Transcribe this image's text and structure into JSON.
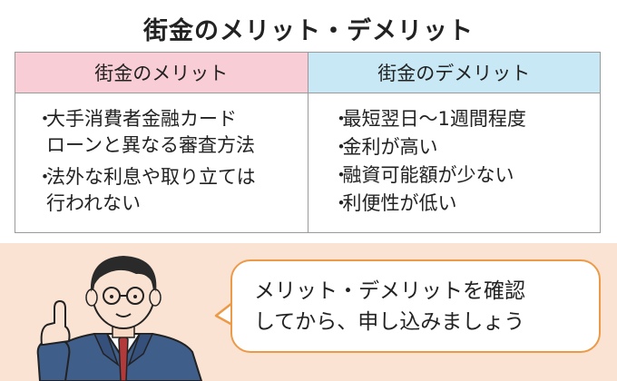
{
  "title": "街金のメリット・デメリット",
  "merits": {
    "header": "街金のメリット",
    "items": [
      "大手消費者金融カード\nローンと異なる審査方法",
      "法外な利息や取り立ては\n行われない"
    ]
  },
  "demerits": {
    "header": "街金のデメリット",
    "items": [
      "最短翌日〜1週間程度",
      "金利が高い",
      "融資可能額が少ない",
      "利便性が低い"
    ]
  },
  "bullet": "・",
  "speech": {
    "line1": "メリット・デメリットを確認",
    "line2": "してから、申し込みましょう"
  },
  "colors": {
    "merit_header": "#f9cdd6",
    "demerit_header": "#c7e8f4",
    "bubble_border": "#ec9a48",
    "bottom_band": "#fbe3d4"
  },
  "illustration": "businessman-pointing-up"
}
